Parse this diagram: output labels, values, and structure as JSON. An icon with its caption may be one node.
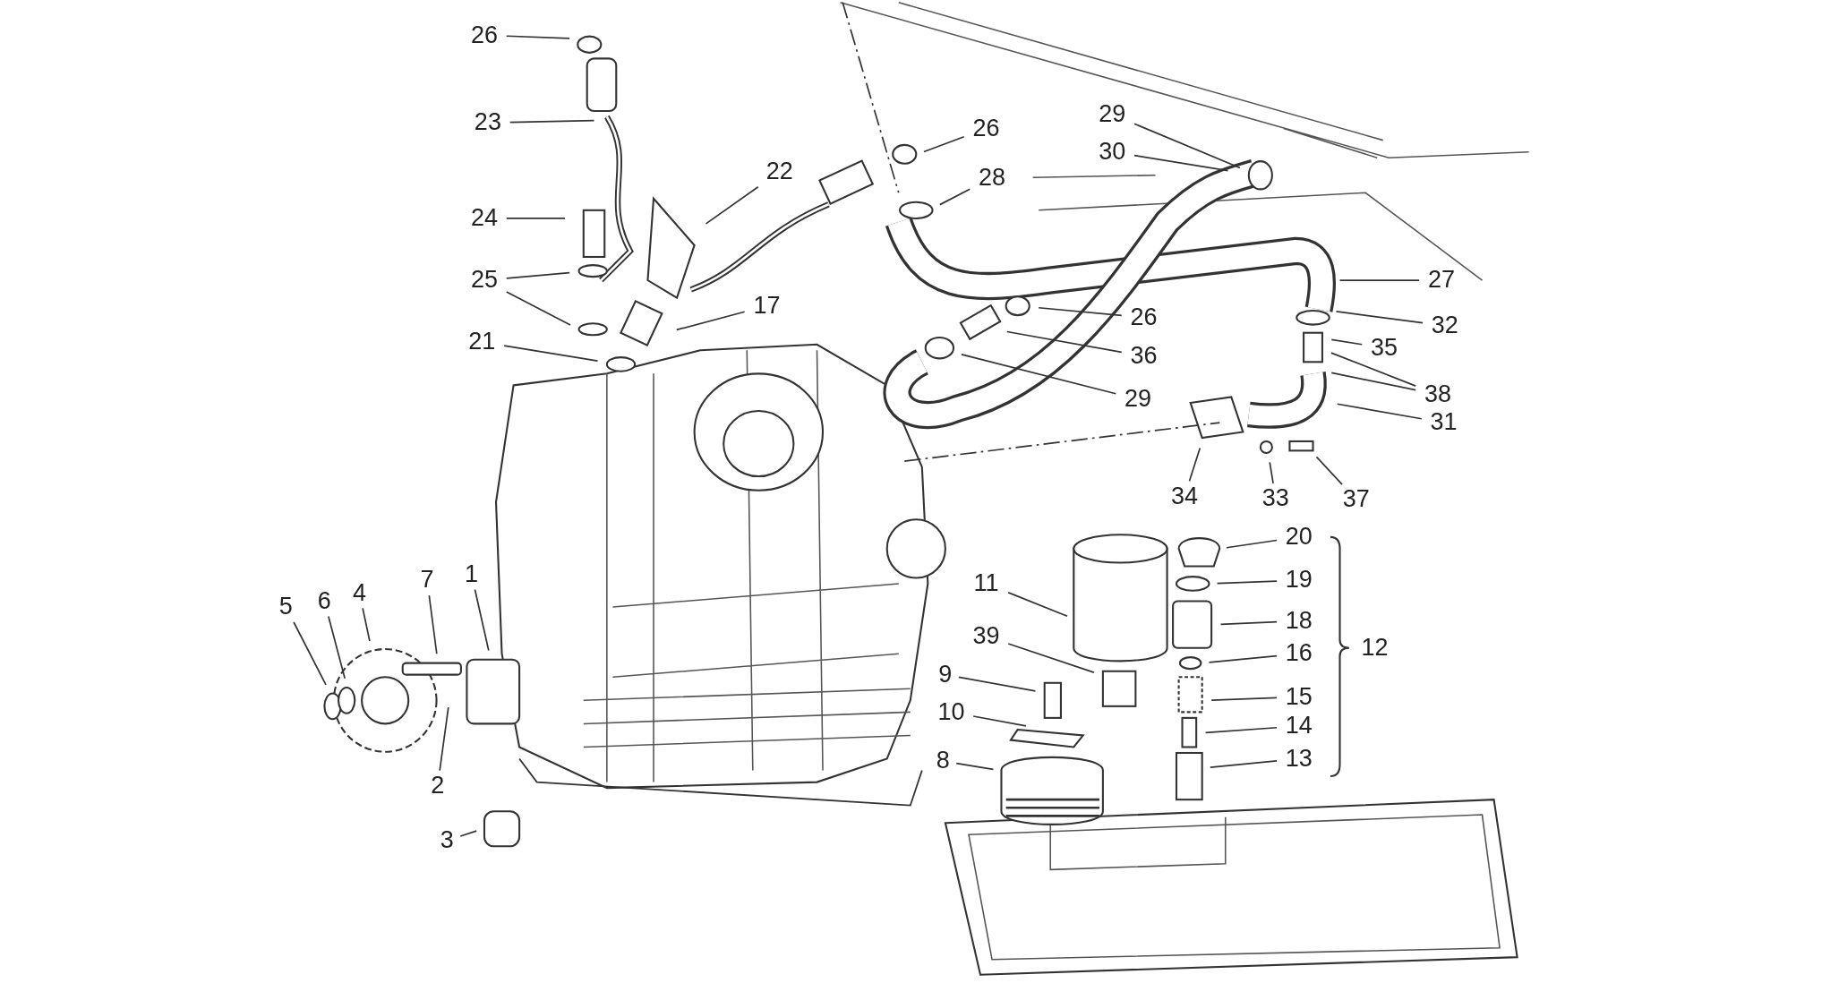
{
  "diagram": {
    "nodes": [
      {
        "text": [
          "26"
        ]
      },
      {
        "text": [
          "29"
        ]
      },
      {
        "text": [
          "23"
        ]
      },
      {
        "text": [
          "26"
        ]
      },
      {
        "text": [
          "30"
        ]
      },
      {
        "text": [
          "22"
        ]
      },
      {
        "text": [
          "28"
        ]
      },
      {
        "text": [
          "24"
        ]
      },
      {
        "text": [
          "27"
        ]
      },
      {
        "text": [
          "25"
        ]
      },
      {
        "text": [
          "17"
        ]
      },
      {
        "text": [
          "26"
        ]
      },
      {
        "text": [
          "32"
        ]
      },
      {
        "text": [
          "21"
        ]
      },
      {
        "text": [
          "35"
        ]
      },
      {
        "text": [
          "36"
        ]
      },
      {
        "text": [
          "38"
        ]
      },
      {
        "text": [
          "29"
        ]
      },
      {
        "text": [
          "31"
        ]
      },
      {
        "text": [
          "34"
        ]
      },
      {
        "text": [
          "33"
        ]
      },
      {
        "text": [
          "37"
        ]
      },
      {
        "text": [
          "20"
        ]
      },
      {
        "text": [
          "1"
        ]
      },
      {
        "text": [
          "7"
        ]
      },
      {
        "text": [
          "19"
        ]
      },
      {
        "text": [
          "11"
        ]
      },
      {
        "text": [
          "4"
        ]
      },
      {
        "text": [
          "6"
        ]
      },
      {
        "text": [
          "5"
        ]
      },
      {
        "text": [
          "18"
        ]
      },
      {
        "text": [
          "39"
        ]
      },
      {
        "text": [
          "12"
        ]
      },
      {
        "text": [
          "16"
        ]
      },
      {
        "text": [
          "9"
        ]
      },
      {
        "text": [
          "15"
        ]
      },
      {
        "text": [
          "10"
        ]
      },
      {
        "text": [
          "14"
        ]
      },
      {
        "text": [
          "13"
        ]
      },
      {
        "text": [
          "8"
        ]
      },
      {
        "text": [
          "2"
        ]
      },
      {
        "text": [
          "3"
        ]
      }
    ],
    "edges": [
      {
        "from": 0,
        "to": null,
        "arrow": "none"
      },
      {
        "from": 1,
        "to": null,
        "arrow": "none"
      },
      {
        "from": 2,
        "to": null,
        "arrow": "none"
      },
      {
        "from": 3,
        "to": null,
        "arrow": "none"
      },
      {
        "from": 4,
        "to": null,
        "arrow": "none"
      },
      {
        "from": 5,
        "to": null,
        "arrow": "none"
      },
      {
        "from": 6,
        "to": null,
        "arrow": "none"
      },
      {
        "from": 7,
        "to": null,
        "arrow": "none"
      },
      {
        "from": 8,
        "to": null,
        "arrow": "none"
      },
      {
        "from": 9,
        "to": null,
        "arrow": "none"
      },
      {
        "from": 9,
        "to": null,
        "arrow": "none"
      },
      {
        "from": 10,
        "to": null,
        "arrow": "none"
      },
      {
        "from": 11,
        "to": null,
        "arrow": "none"
      },
      {
        "from": 12,
        "to": null,
        "arrow": "none"
      },
      {
        "from": 13,
        "to": null,
        "arrow": "none"
      },
      {
        "from": 14,
        "to": null,
        "arrow": "none"
      },
      {
        "from": 15,
        "to": null,
        "arrow": "none"
      },
      {
        "from": 16,
        "to": null,
        "arrow": "none"
      },
      {
        "from": 16,
        "to": null,
        "arrow": "none"
      },
      {
        "from": 17,
        "to": null,
        "arrow": "none"
      },
      {
        "from": 18,
        "to": null,
        "arrow": "none"
      },
      {
        "from": 19,
        "to": null,
        "arrow": "none"
      },
      {
        "from": 20,
        "to": null,
        "arrow": "none"
      },
      {
        "from": 21,
        "to": null,
        "arrow": "none"
      },
      {
        "from": 22,
        "to": null,
        "arrow": "none"
      },
      {
        "from": 23,
        "to": null,
        "arrow": "none"
      },
      {
        "from": 24,
        "to": null,
        "arrow": "none"
      },
      {
        "from": 25,
        "to": null,
        "arrow": "none"
      },
      {
        "from": 26,
        "to": null,
        "arrow": "none"
      },
      {
        "from": 27,
        "to": null,
        "arrow": "none"
      },
      {
        "from": 28,
        "to": null,
        "arrow": "none"
      },
      {
        "from": 29,
        "to": null,
        "arrow": "none"
      },
      {
        "from": 30,
        "to": null,
        "arrow": "none"
      },
      {
        "from": 31,
        "to": null,
        "arrow": "none"
      },
      {
        "from": 33,
        "to": null,
        "arrow": "none"
      },
      {
        "from": 34,
        "to": null,
        "arrow": "none"
      },
      {
        "from": 35,
        "to": null,
        "arrow": "none"
      },
      {
        "from": 36,
        "to": null,
        "arrow": "none"
      },
      {
        "from": 37,
        "to": null,
        "arrow": "none"
      },
      {
        "from": 38,
        "to": null,
        "arrow": "none"
      },
      {
        "from": 39,
        "to": null,
        "arrow": "none"
      },
      {
        "from": 40,
        "to": null,
        "arrow": "none"
      },
      {
        "from": 41,
        "to": null,
        "arrow": "none"
      }
    ]
  }
}
